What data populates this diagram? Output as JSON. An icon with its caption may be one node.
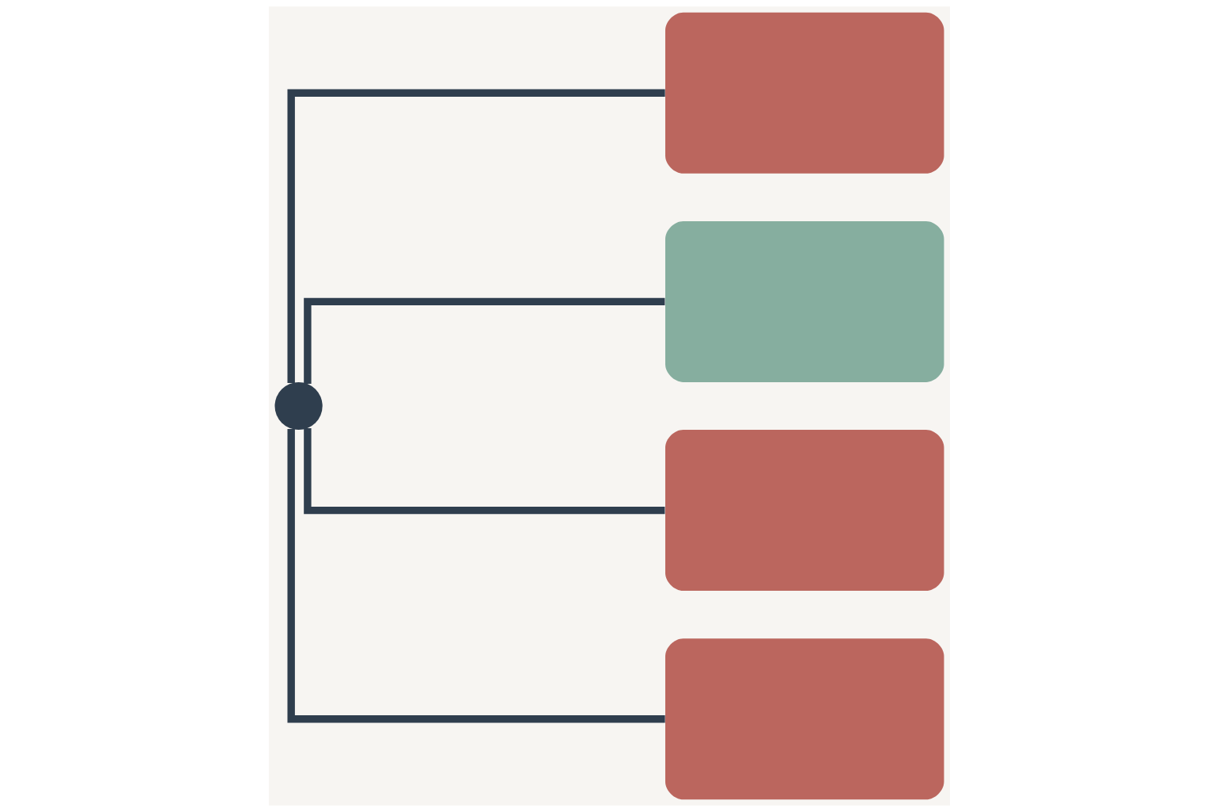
{
  "diagram": {
    "nodes": [
      {
        "text": [],
        "shape": "circle"
      },
      {
        "text": [],
        "shape": "box"
      },
      {
        "text": [],
        "shape": "box"
      },
      {
        "text": [],
        "shape": "box"
      },
      {
        "text": [],
        "shape": "box"
      }
    ],
    "edges": [
      {
        "from": 0,
        "to": 1,
        "arrow": "none"
      },
      {
        "from": 0,
        "to": 2,
        "arrow": "none"
      },
      {
        "from": 0,
        "to": 3,
        "arrow": "none"
      },
      {
        "from": 0,
        "to": 4,
        "arrow": "none"
      }
    ]
  }
}
